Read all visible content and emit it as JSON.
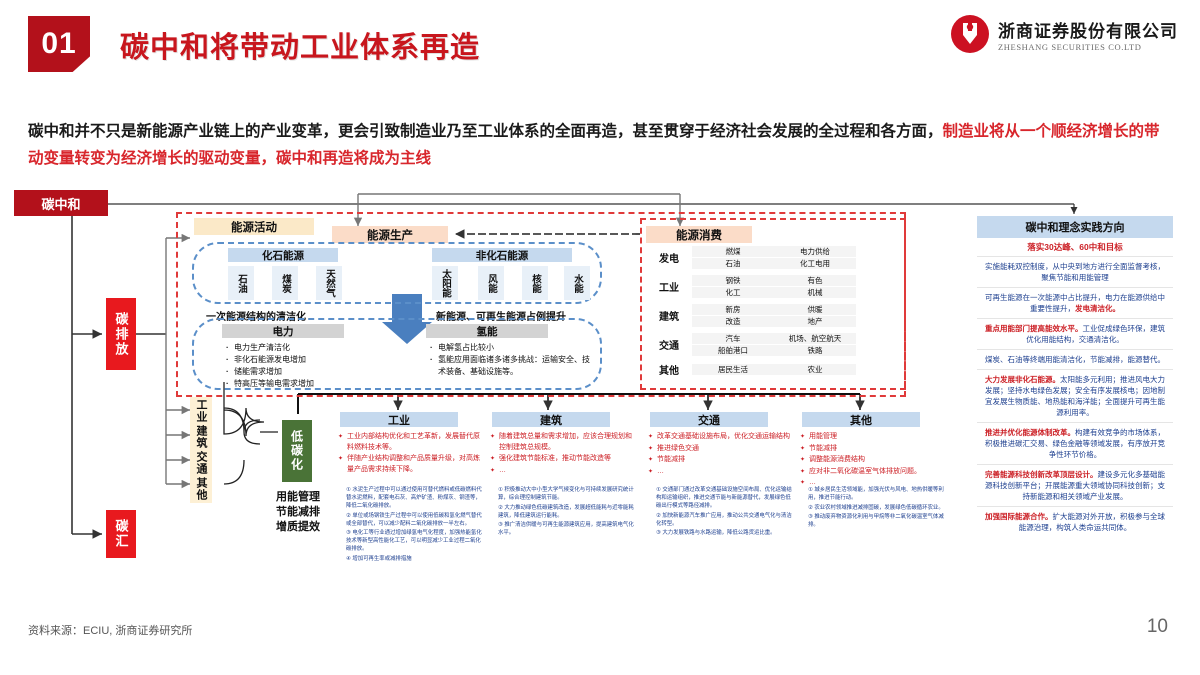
{
  "header": {
    "section_number": "01",
    "title": "碳中和将带动工业体系再造",
    "logo_cn": "浙商证券股份有限公司",
    "logo_en": "ZHESHANG SECURITIES CO.LTD",
    "accent_red": "#c8161d",
    "badge_red": "#b3111b"
  },
  "lead": {
    "part1": "碳中和并不只是新能源产业链上的产业变革，更会引致制造业乃至工业体系的全面再造，甚至贯穿于经济社会发展的全过程和各方面，",
    "part2": "制造业将从一个顺经济增长的带动变量转变为经济增长的驱动变量，碳中和再造将成为主线"
  },
  "diagram": {
    "root_label": "碳中和",
    "emission_label": "碳排放",
    "sink_label": "碳汇",
    "lowcarbon_label": "低碳化",
    "lowcarbon_caption": "用能管理\n节能减排\n增质提效",
    "sector_chips": [
      "工业",
      "建筑",
      "交通",
      "其他"
    ],
    "energy_activity_label": "能源活动",
    "energy_production_label": "能源生产",
    "energy_consumption_label": "能源消费",
    "fossil_label": "化石能源",
    "nonfossil_label": "非化石能源",
    "fossil_items": [
      "石油",
      "煤炭",
      "天然气"
    ],
    "nonfossil_items": [
      "太阳能",
      "风能",
      "核能",
      "水能"
    ],
    "primary_note_left": "一次能源结构的清洁化",
    "primary_note_right": "新能源、可再生能源占例提升",
    "power_label": "电力",
    "hydrogen_label": "氢能",
    "power_bullets": [
      "电力生产清洁化",
      "非化石能源发电增加",
      "储能需求增加",
      "特高压等输电需求增加"
    ],
    "hydrogen_bullets": [
      "电解氢占比较小",
      "氢能应用面临诸多诸多挑战：运输安全、技术装备、基础设施等。"
    ]
  },
  "consumption_table": {
    "rows": [
      {
        "label": "发电",
        "cells": [
          [
            "燃煤",
            "电力供给"
          ],
          [
            "石油",
            "化工电用"
          ]
        ]
      },
      {
        "label": "工业",
        "cells": [
          [
            "钢铁",
            "有色"
          ],
          [
            "化工",
            "机械"
          ]
        ]
      },
      {
        "label": "建筑",
        "cells": [
          [
            "新房",
            "供暖"
          ],
          [
            "改造",
            "地产"
          ]
        ]
      },
      {
        "label": "交通",
        "cells": [
          [
            "汽车",
            "机场、航空航天"
          ],
          [
            "船舶港口",
            "铁路"
          ]
        ]
      },
      {
        "label": "其他",
        "cells": [
          [
            "居民生活",
            "农业"
          ]
        ]
      }
    ]
  },
  "sector_columns": [
    {
      "title": "工业",
      "bullets": [
        "工业内部结构优化和工艺革新，发展替代原料燃料技术等。",
        "伴随产业结构调整和产品质量升级，对高炼量产品需求持续下降。"
      ],
      "numbered": [
        "① 水泥生产过程中可以通过使用可替代燃料或低碳燃料代替水泥燃料，配套电石灰、高炉矿渣、粉煤灰、钢渣等，降低二氧化碳排放。",
        "② 单位或场钢铁生产过程中可以使用低碳和氢化燃气替代或全部替代，可以减少配料二氧化碳排放一半左右。",
        "③ 电化工等行业通过增加绿氢电气化程度，加强热能氢化技术等新型高性能化工艺，可以明显减少工业过程二氧化碳排放。",
        "④ 增加可再生率或减排措施"
      ]
    },
    {
      "title": "建筑",
      "bullets": [
        "随着建筑总量和需求增加，应该合理规划和控制建筑总规模。",
        "强化建筑节能标准，推动节能改造等",
        "…"
      ],
      "numbered": [
        "① 积极推动大中小型大学气候变化与可持续发展研究统计算，综合理控制建筑节能。",
        "② 大力推动绿色低碳建筑改造，发展超低能耗与近零能耗建筑，降低建筑运行能耗。",
        "③ 推广清洁供暖与可再生能源建筑应用，提高建筑电气化水平。"
      ]
    },
    {
      "title": "交通",
      "bullets": [
        "改革交通基础设施布局，优化交通运输结构",
        "推进绿色交通",
        "节能减排",
        "…"
      ],
      "numbered": [
        "① 交通部门通过改革交通基础设施空间布局、优化运输结构和运输组织，推进交通节能与新能源替代，发展绿色低碳出行模式等路径减排。",
        "② 加快新能源汽车推广应用，推动公共交通电气化与清洁化转型。",
        "③ 大力发展铁路与水路运输，降低公路货运比重。"
      ]
    },
    {
      "title": "其他",
      "bullets": [
        "用能管理",
        "节能减排",
        "调整能源消费结构",
        "应对非二氧化碳温室气体排放问题。",
        "…"
      ],
      "numbered": [
        "① 城乡居民生活领域能，加强光伏与风电、地热供暖等利用，推进节能行动。",
        "② 农业农村领域推进减排固碳，发展绿色低碳循环农业。",
        "③ 推动废弃物资源化利用与甲烷等非二氧化碳温室气体减排。"
      ]
    }
  ],
  "right_panel": {
    "title": "碳中和理念实践方向",
    "subtitle": "落实30达峰、60中和目标",
    "blocks": [
      {
        "text": "实施能耗双控制度，从中央到地方进行全面监督考核，聚焦节能和用能管理",
        "highlight": ""
      },
      {
        "text": "可再生能源在一次能源中占比提升，电力在能源供给中重要性提升，",
        "highlight": "发电清洁化。"
      },
      {
        "highlight": "重点用能部门提高能效水平。",
        "text": "工业促成绿色环保，建筑优化用能结构，交通清洁化。"
      },
      {
        "text": "煤炭、石油等终端用能清洁化，节能减排，能源替代。",
        "highlight": ""
      },
      {
        "highlight": "大力发展非化石能源。",
        "text": "太阳能多元利用；推进风电大力发展；坚持水电绿色发展；安全有序发展核电；因地制宜发展生物质能、地热能和海洋能；全面提升可再生能源利用率。"
      },
      {
        "highlight": "推进并优化能源体制改革。",
        "text": "构建有效竞争的市场体系，积极推进碳汇交易、绿色金融等领域发展，有序放开竞争性环节价格。"
      },
      {
        "highlight": "完善能源科技创新改革顶层设计。",
        "text": "建设多元化多基础能源科技创新平台；开展能源重大领域协同科技创新；支持新能源和相关领域产业发展。"
      },
      {
        "highlight": "加强国际能源合作。",
        "text": "扩大能源对外开放，积极参与全球能源治理，构筑人类命运共同体。"
      }
    ]
  },
  "footer": {
    "source": "资料来源：ECIU, 浙商证券研究所",
    "page": "10"
  }
}
